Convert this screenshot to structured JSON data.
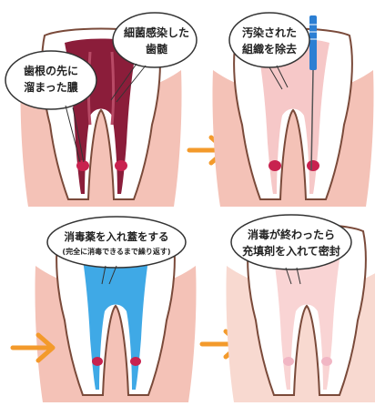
{
  "panels": [
    {
      "id": "step1",
      "labels": [
        {
          "lines": [
            "歯根の先に",
            "溜まった膿"
          ]
        },
        {
          "lines": [
            "細菌感染した",
            "歯髄"
          ]
        }
      ]
    },
    {
      "id": "step2",
      "labels": [
        {
          "lines": [
            "汚染された",
            "組織を除去"
          ]
        }
      ]
    },
    {
      "id": "step3",
      "labels": [
        {
          "lines": [
            "消毒薬を入れ蓋をする",
            "(完全に消毒できるまで繰り返す)"
          ]
        }
      ]
    },
    {
      "id": "step4",
      "labels": [
        {
          "lines": [
            "消毒が終わったら",
            "充填剤を入れて密封"
          ]
        }
      ]
    }
  ],
  "colors": {
    "tooth_outline": "#7a4a3a",
    "enamel": "#ffffff",
    "gum": "#f4c2b7",
    "gum_light": "#f8d9d0",
    "pulp_infected": "#8b1d3a",
    "pulp_clean": "#f6c8c8",
    "disinfectant": "#3fa9e6",
    "lid": "#fbe88a",
    "filler": "#f9d4d4",
    "pus": "#c8224f",
    "healed": "#f1b6c4",
    "arrow": "#f39a2b",
    "file_tool": "#2c7fd3"
  }
}
